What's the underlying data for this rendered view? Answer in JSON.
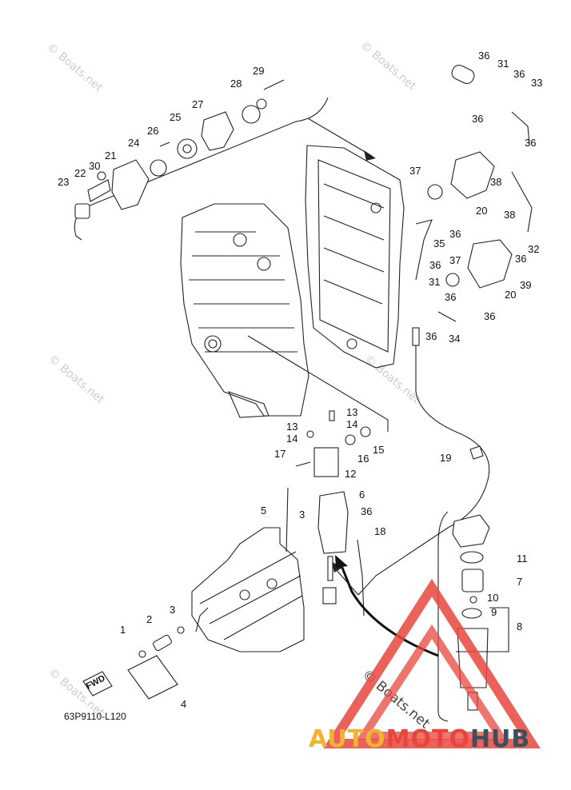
{
  "diagram_code": "63P9110-L120",
  "fwd_label": "FWD",
  "watermark": "© Boats.net",
  "brand": {
    "auto": "AUTO",
    "moto": "MOTO",
    "hub": "HUB",
    "colors": {
      "auto": "#f2b233",
      "moto": "#e8463d",
      "hub": "#3c4f5c",
      "triangle": "#e8463d"
    }
  },
  "callouts": {
    "c1": "1",
    "c2": "2",
    "c3a": "3",
    "c3b": "3",
    "c4": "4",
    "c5": "5",
    "c6": "6",
    "c7": "7",
    "c8": "8",
    "c9": "9",
    "c10": "10",
    "c11": "11",
    "c12": "12",
    "c13a": "13",
    "c13b": "13",
    "c14a": "14",
    "c14b": "14",
    "c15": "15",
    "c16": "16",
    "c17": "17",
    "c18": "18",
    "c19": "19",
    "c20a": "20",
    "c20b": "20",
    "c21": "21",
    "c22": "22",
    "c23": "23",
    "c24": "24",
    "c25": "25",
    "c26": "26",
    "c27": "27",
    "c28": "28",
    "c29": "29",
    "c30": "30",
    "c31a": "31",
    "c31b": "31",
    "c32": "32",
    "c33": "33",
    "c34": "34",
    "c35": "35",
    "c36a": "36",
    "c36b": "36",
    "c36c": "36",
    "c36d": "36",
    "c36e": "36",
    "c36f": "36",
    "c36g": "36",
    "c36h": "36",
    "c36i": "36",
    "c36j": "36",
    "c36k": "36",
    "c37a": "37",
    "c37b": "37",
    "c38a": "38",
    "c38b": "38",
    "c39": "39"
  }
}
